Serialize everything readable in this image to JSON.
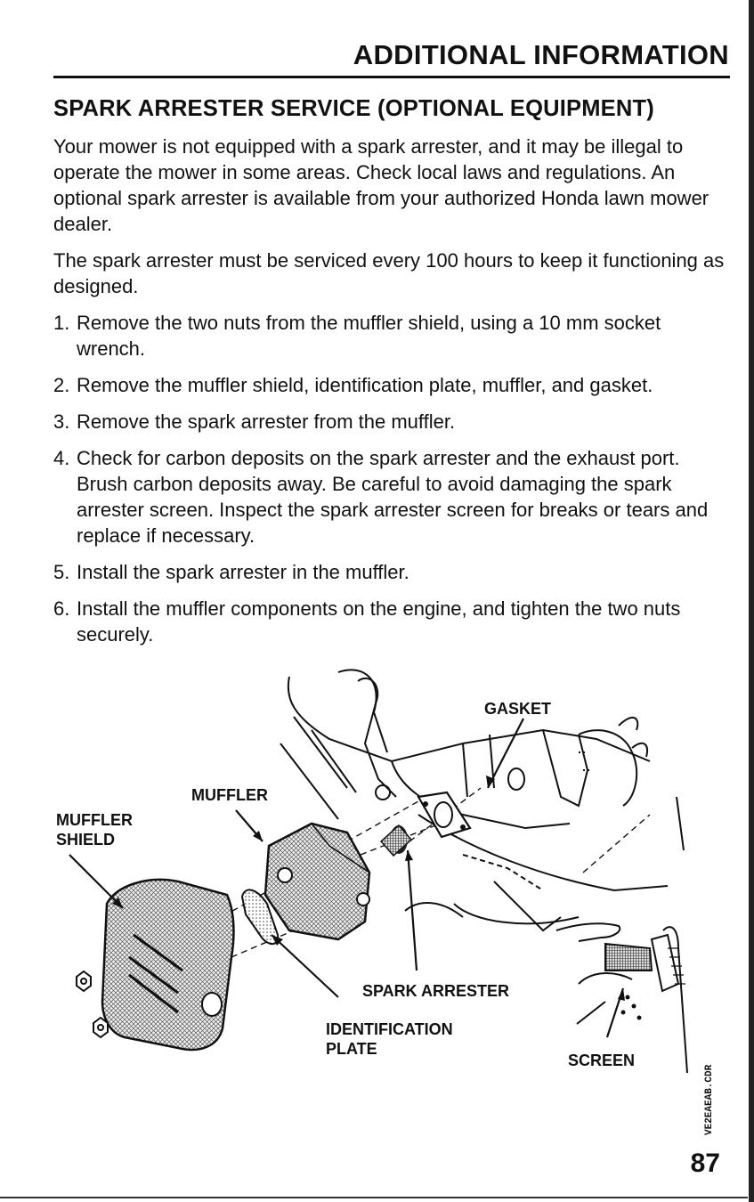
{
  "header": {
    "section": "ADDITIONAL INFORMATION"
  },
  "title": "SPARK ARRESTER SERVICE (OPTIONAL EQUIPMENT)",
  "paragraphs": [
    "Your mower is not equipped with a spark arrester, and it may be illegal to operate the mower in some areas. Check local laws and regulations. An optional spark arrester is available from your authorized Honda lawn mower dealer.",
    "The spark arrester must be serviced every 100 hours to keep it functioning as designed."
  ],
  "steps": [
    {
      "num": "1.",
      "text": "Remove the two nuts from the muffler shield, using a 10 mm socket wrench."
    },
    {
      "num": "2.",
      "text": "Remove the muffler shield, identification plate, muffler, and gasket."
    },
    {
      "num": "3.",
      "text": "Remove the spark arrester from the muffler."
    },
    {
      "num": "4.",
      "text": "Check for carbon deposits on the spark arrester and the exhaust port. Brush carbon deposits away. Be careful to avoid damaging the spark arrester screen. Inspect the spark arrester screen for breaks or tears and replace if necessary."
    },
    {
      "num": "5.",
      "text": "Install the spark arrester in the muffler."
    },
    {
      "num": "6.",
      "text": "Install the muffler components on the engine, and tighten the two nuts securely."
    }
  ],
  "figure": {
    "labels": {
      "gasket": "GASKET",
      "muffler": "MUFFLER",
      "muffler_shield_1": "MUFFLER",
      "muffler_shield_2": "SHIELD",
      "spark_arrester": "SPARK ARRESTER",
      "identification_plate_1": "IDENTIFICATION",
      "identification_plate_2": "PLATE",
      "screen": "SCREEN"
    },
    "code": "VE2EAEAB.CDR"
  },
  "page_number": "87"
}
